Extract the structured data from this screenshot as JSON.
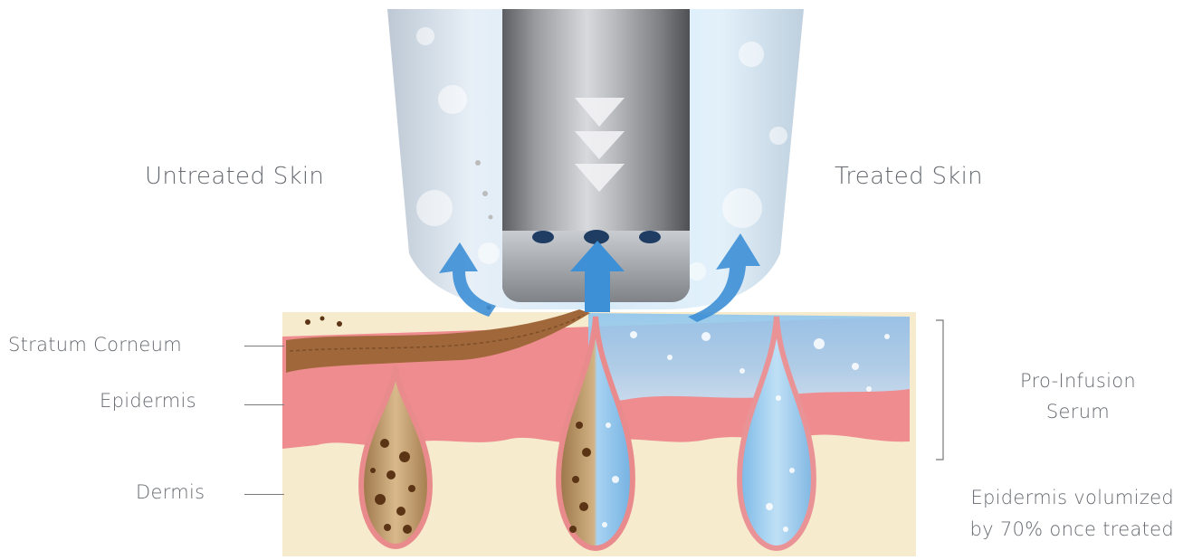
{
  "labels": {
    "untreated": "Untreated Skin",
    "treated": "Treated Skin",
    "stratum_corneum": "Stratum Corneum",
    "epidermis": "Epidermis",
    "dermis": "Dermis",
    "serum_line1": "Pro-Infusion",
    "serum_line2": "Serum",
    "volume_line1": "Epidermis volumized",
    "volume_line2": "by 70% once treated"
  },
  "colors": {
    "label_text": "#666a70",
    "dermis": "#f7ebcd",
    "epidermis": "#ee8c90",
    "stratum": "#a0683a",
    "serum_blue": "#8fc6ee",
    "arrow_blue": "#3d8fd6",
    "nozzle_metal": "#8a8c90"
  }
}
